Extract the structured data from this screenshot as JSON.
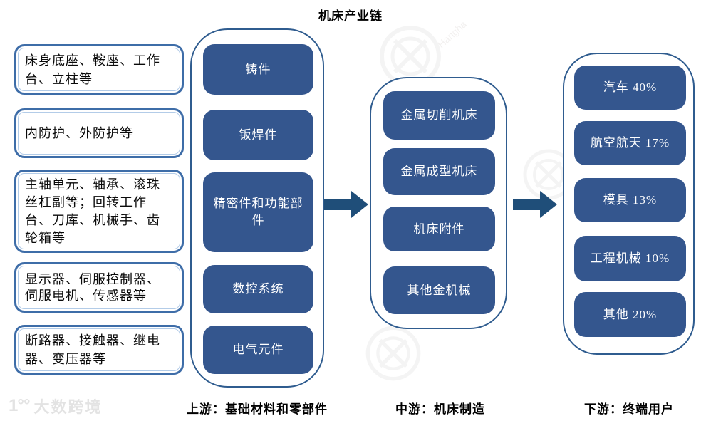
{
  "title": "机床产业链",
  "colors": {
    "box_fill": "#34568E",
    "arrow": "#1F4E79",
    "container_border": "#2F5C8F",
    "left_box_border": "#3E6DA8"
  },
  "upstream": {
    "stage_label": "上游：基础材料和零部件",
    "inputs": [
      "床身底座、鞍座、工作台、立柱等",
      "内防护、外防护等",
      "主轴单元、轴承、滚珠丝杠副等；回转工作台、刀库、机械手、齿轮箱等",
      "显示器、伺服控制器、伺服电机、传感器等",
      "断路器、接触器、继电器、变压器等"
    ],
    "boxes": [
      "铸件",
      "钣焊件",
      "精密件和功能部件",
      "数控系统",
      "电气元件"
    ]
  },
  "midstream": {
    "stage_label": "中游：机床制造",
    "boxes": [
      "金属切削机床",
      "金属成型机床",
      "机床附件",
      "其他金机械"
    ]
  },
  "downstream": {
    "stage_label": "下游：终端用户",
    "boxes": [
      "汽车 40%",
      "航空航天 17%",
      "模具 13%",
      "工程机械 10%",
      "其他 20%"
    ]
  },
  "watermark": {
    "brand": "大数跨境",
    "logo": "1°°"
  }
}
